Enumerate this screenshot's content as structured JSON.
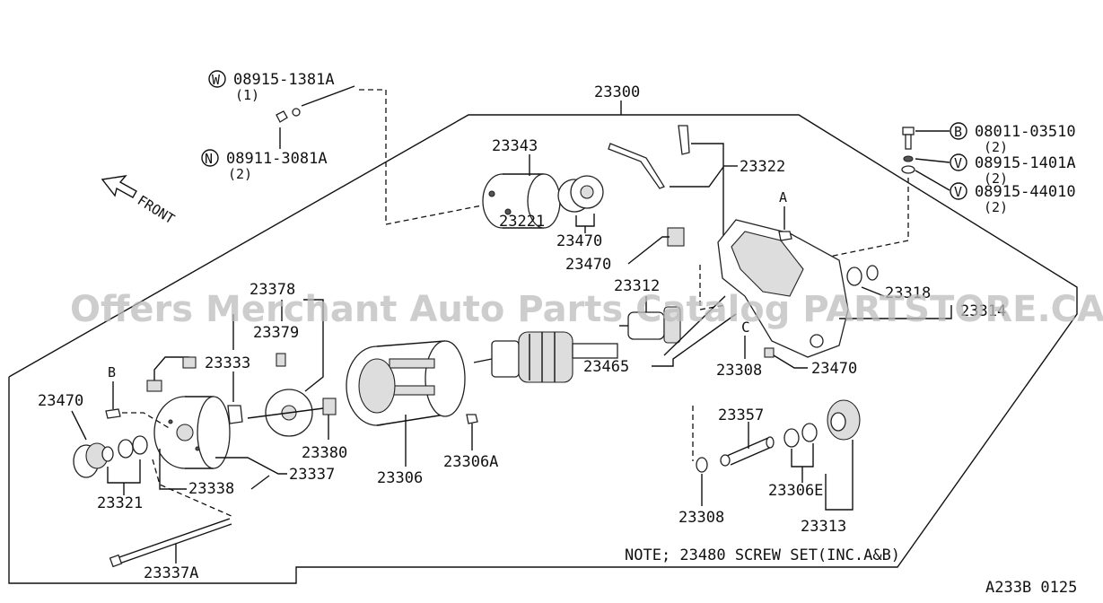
{
  "watermark": "Offers Merchant Auto Parts Catalog PARTSTORE.CA",
  "diagram_id": "A233B 0125",
  "note": "NOTE; 23480 SCREW SET(INC.A&B)",
  "front_label": "FRONT",
  "callouts": {
    "a": "A",
    "b_left": "B",
    "w": "W",
    "n": "N",
    "b": "B",
    "v1": "V",
    "v2": "V"
  },
  "fasteners": {
    "w_part": "08915-1381A",
    "w_qty": "(1)",
    "n_part": "08911-3081A",
    "n_qty": "(2)",
    "b_part": "08011-03510",
    "b_qty": "(2)",
    "v1_part": "08915-1401A",
    "v1_qty": "(2)",
    "v2_part": "08915-44010",
    "v2_qty": "(2)"
  },
  "parts": {
    "p23300": "23300",
    "p23343": "23343",
    "p23322": "23322",
    "p23470_a": "23470",
    "p23470_b": "23470",
    "p23470_c": "23470",
    "p23470_d": "23470",
    "p23378": "23378",
    "p23379": "23379",
    "p23333": "23333",
    "p23380": "23380",
    "p23337": "23337",
    "p23338": "23338",
    "p23321": "23321",
    "p23337A": "23337A",
    "p23306": "23306",
    "p23306A": "23306A",
    "p23221": "23221",
    "p23312": "23312",
    "p23465": "23465",
    "p23308_a": "23308",
    "p23308_b": "23308",
    "p23318": "23318",
    "p23314": "23314",
    "p23357": "23357",
    "p23306E": "23306E",
    "p23313": "23313"
  }
}
